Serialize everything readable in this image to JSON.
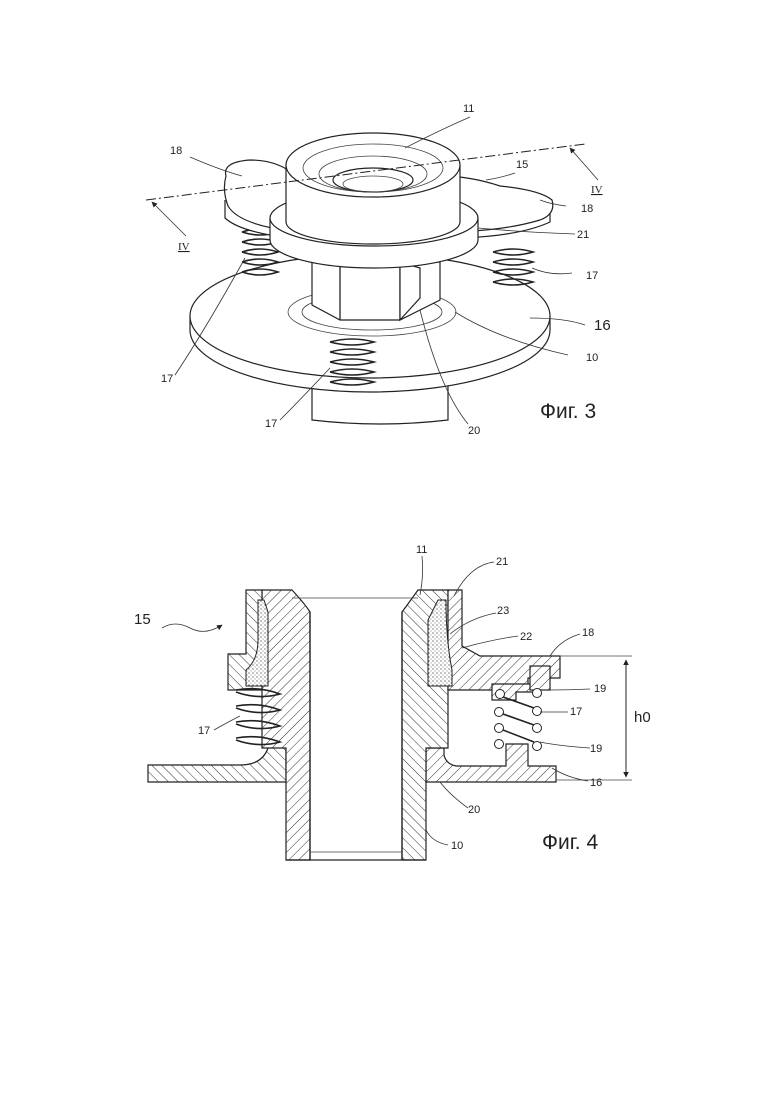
{
  "fig3": {
    "caption": "Фиг. 3",
    "labels": {
      "l11": "11",
      "l18a": "18",
      "l15": "15",
      "l18b": "18",
      "l21": "21",
      "l17a": "17",
      "l17b": "17",
      "l17c": "17",
      "l16": "16",
      "l10": "10",
      "l20": "20",
      "l4a": "IV",
      "l4b": "IV"
    }
  },
  "fig4": {
    "caption": "Фиг. 4",
    "labels": {
      "l15": "15",
      "l11": "11",
      "l21": "21",
      "l23": "23",
      "l22": "22",
      "l18": "18",
      "l19a": "19",
      "l17a": "17",
      "l17b": "17",
      "l19b": "19",
      "l16": "16",
      "l20": "20",
      "l10": "10",
      "h0": "h0"
    }
  }
}
